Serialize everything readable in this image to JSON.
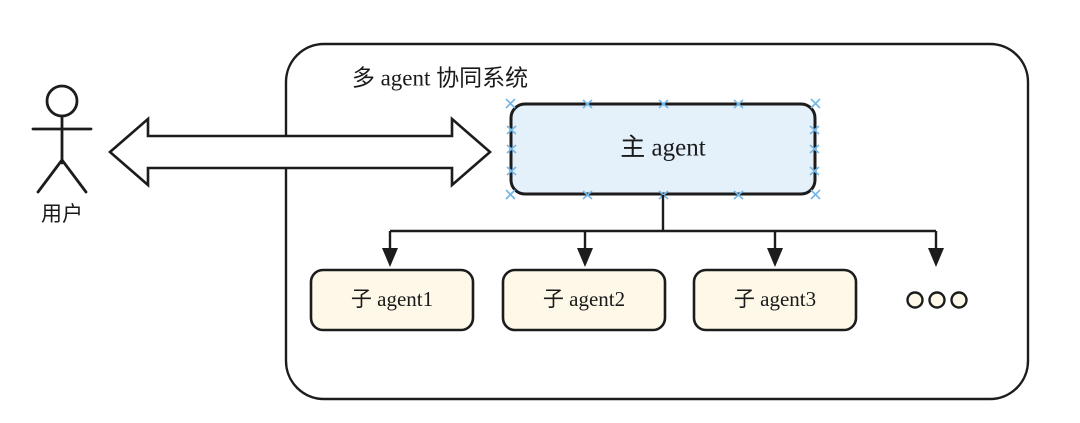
{
  "diagram": {
    "title": "多 agent 协同系统",
    "actor": {
      "label": "用户",
      "icon": "stick-figure-person-icon"
    },
    "connection": {
      "type": "bidirectional-block-arrow",
      "label": ""
    },
    "main_agent": {
      "label": "主 agent",
      "fill": "#e4f1fb",
      "stroke": "#1c1c1c",
      "selected": true,
      "handle_color": "#76b9e8"
    },
    "sub_agents": [
      {
        "label": "子 agent1",
        "fill": "#fdf8e8",
        "stroke": "#1c1c1c"
      },
      {
        "label": "子 agent2",
        "fill": "#fdf8e8",
        "stroke": "#1c1c1c"
      },
      {
        "label": "子 agent3",
        "fill": "#fdf8e8",
        "stroke": "#1c1c1c"
      }
    ],
    "more_indicator": {
      "name": "ellipsis-circles",
      "count": 3,
      "fill": "#fdf8e8"
    },
    "container": {
      "name": "system-boundary",
      "stroke": "#1c1c1c",
      "fill": "#ffffff"
    }
  }
}
